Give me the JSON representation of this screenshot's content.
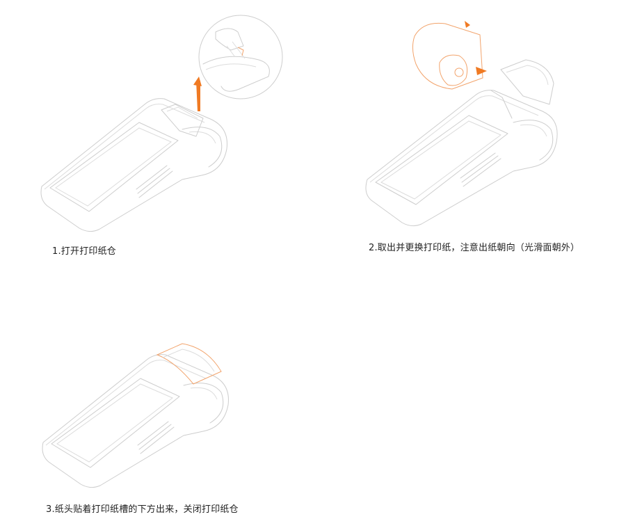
{
  "steps": [
    {
      "caption": "1.打开打印纸仓"
    },
    {
      "caption": "2.取出并更换打印纸，注意出纸朝向（光滑面朝外）"
    },
    {
      "caption": "3.纸头贴着打印纸槽的下方出来，关闭打印纸仓"
    }
  ],
  "colors": {
    "accent": "#f07a23",
    "line": "#cdcdcd",
    "text": "#222222"
  }
}
